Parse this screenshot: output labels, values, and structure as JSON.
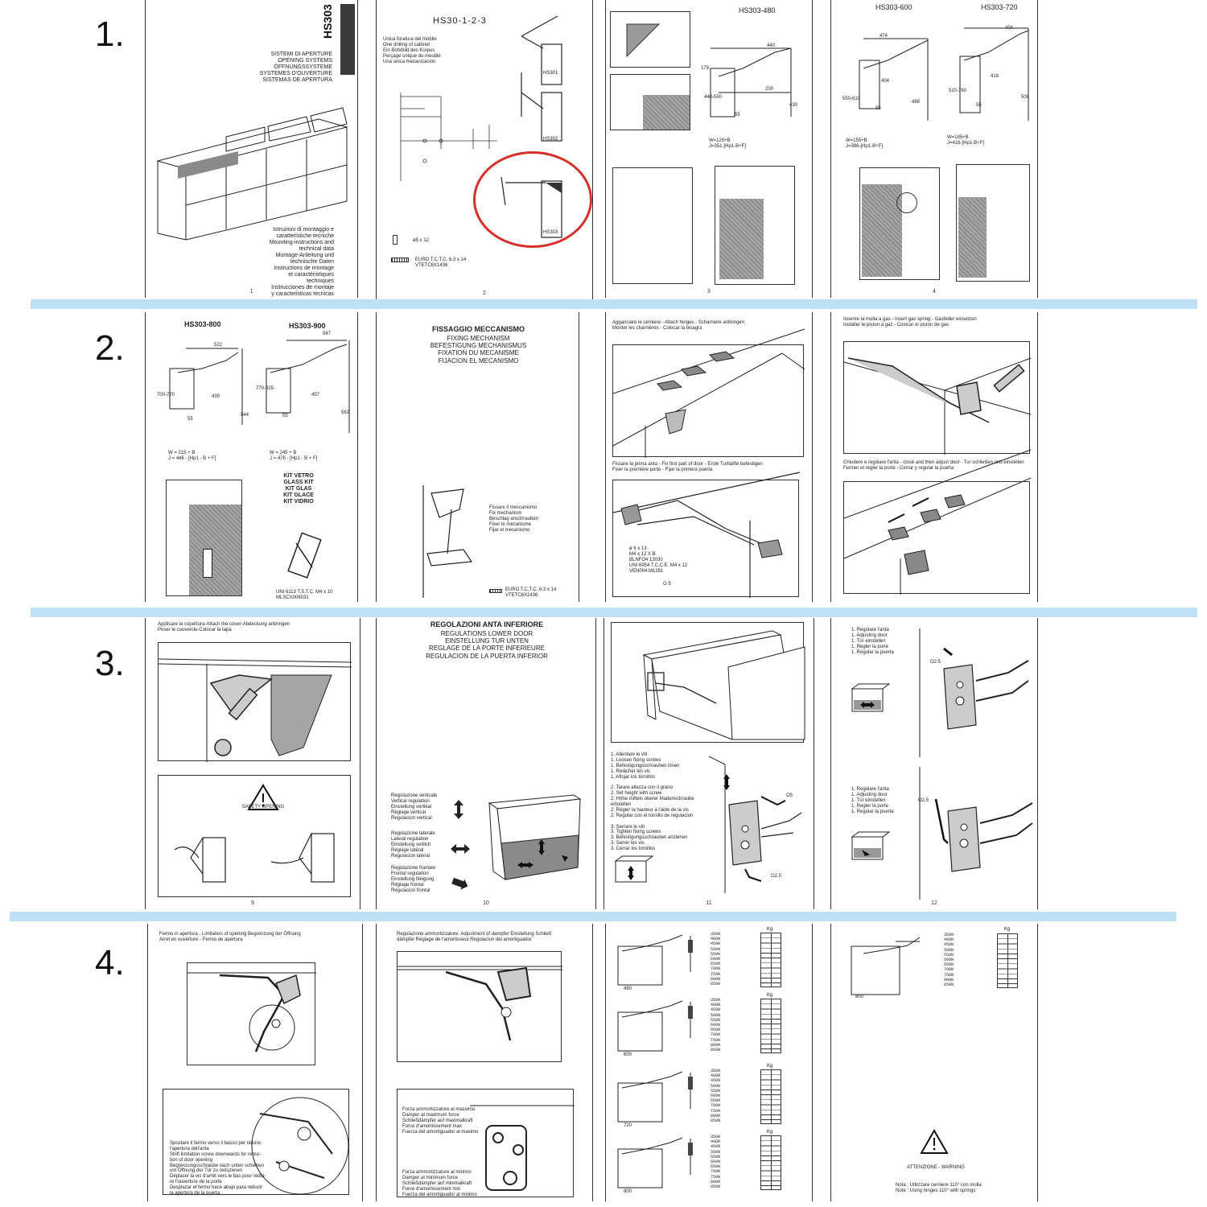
{
  "row_labels": [
    "1.",
    "2.",
    "3.",
    "4."
  ],
  "separator_color": "#bfe1f5",
  "accent_color": "#d7302b",
  "p1": {
    "code": "HS303",
    "systems": "SISTEMI DI APERTURE\nOPENING SYSTEMS\nÖFFNUNGSSYSTEME\nSYSTEMES D'OUVERTURE\nSISTEMAS DE APERTURA",
    "instructions": "Istruzioni di montaggio e\ncaratteristiche tecniche\nMounting-instructions and\ntechnical data\nMontage-Anleitung und\ntechnische Daten\nInstructions de montage\net caractéristiques\ntechniques\nInstrucciones de montaje\ny caracteristicas tecnicas",
    "num": "1"
  },
  "p2": {
    "title": "HS30-1-2-3",
    "drilling": "Unica foratura del mobile\nOne drilling of cabinet\nEin Bohrbild des Korpus\nPerçage unique du meuble\nUna unica mecanizacion",
    "models": [
      "HS301",
      "HS302",
      "HS303"
    ],
    "screw1": "ø5 x 12",
    "screw2": "EURO T.C.T.C. 6.3 x 14\nVTETC6X1436",
    "num": "2"
  },
  "p3": {
    "title": "HS303-480",
    "formula": "W=120+B\nJ=351-[Hp1-B+F]",
    "dims": [
      "440",
      "200",
      "55",
      "179",
      "430",
      "440-550"
    ],
    "num": "3"
  },
  "p4": {
    "title_a": "HS303-600",
    "title_b": "HS303-720",
    "formula_a": "W=155+B\nJ=386-[Hp1-B+F]",
    "formula_b": "W=185+B\nJ=416-[Hp1-B+F]",
    "dims_a": [
      "474",
      "404",
      "55",
      "550-610",
      "488"
    ],
    "dims_b": [
      "404",
      "418",
      "55",
      "510-760",
      "508"
    ],
    "num": "4"
  },
  "p5": {
    "title_a": "HS303-800",
    "title_b": "HS303-900",
    "formula_a": "W = 215 + B\nJ = 446 - [Hp1 - B + F]",
    "formula_b": "W = 245 + B\nJ = 476 - [Hp1 - B + F]",
    "dims_a": [
      "522",
      "439",
      "55",
      "544",
      "700-770"
    ],
    "dims_b": [
      "547",
      "457",
      "55",
      "562",
      "770-925"
    ],
    "kit": "KIT VETRO\nGLASS KIT\nKIT GLAS\nKIT GLACE\nKIT VIDRIO",
    "screw": "UNI 6113 T.S.T.C. M4 x 10\nMLSCX006031"
  },
  "p6": {
    "title": "FISSAGGIO MECCANISMO",
    "subtitles": "FIXING MECHANISM\nBEFESTIGUNG MECHANISMUS\nFIXATION DU MECANISME\nFIJACION EL MECANISMO",
    "fix": "Fissare il meccanismo\nFix mechanism\nBeschlag anschrauben\nFixer le mécanisme\nFijar el mecanismo",
    "screw": "EURO T.C.T.C. 6.3 x 14\nVTETC6X1436"
  },
  "p7": {
    "top": "Agganciare le cerniere - Attach hinges - Scharniere anbringen\nMonter les charnières - Colocar la bisagra",
    "mid": "Fissare la prima anta - Fix first part of door - Erste Turhälfte befestigen\nFixer la première porte - Fijar la primera puerta",
    "screws": "ø 6 x 13\nM4 x 12 X B\nBLNFO4 13030\nUNI 6954 T.C.C.E. M4 x 12\nVEN004 M1251",
    "wrench": "O 5"
  },
  "p8": {
    "top": "Inserire la molla a gas - Insert gas spring - Gasfeder einsetzen\nInstaller le piston a gaz - Colocar el piston de gas",
    "mid": "Chiudere e regolare l'anta - close and then adjust door - Tur schließen und einstellen\nFermer et régler la porte - Cerrar y regular la puerta"
  },
  "p9": {
    "top": "Applicare la copertura-Attach the cover-Abdeckung anbringen\nPoser le couvercle-Colocar la tapa",
    "safety": "SAFETY OPENING",
    "num": "9"
  },
  "p10": {
    "title": "REGOLAZIONI ANTA INFERIORE",
    "subtitles": "REGULATIONS LOWER DOOR\nEINSTELLUNG TUR UNTEN\nREGLAGE DE LA PORTE INFERIEURE\nREGULACION DE LA PUERTA INFERIOR",
    "vertical": "Regolazione verticale\nVertical regulation\nEinstellung vertikal\nRéglage vertical\nRegulacion vertical",
    "lateral": "Regolazione laterale\nLateral regulation\nEinstellung seitlich\nRéglage latéral\nRegulacion lateral",
    "frontal": "Regolazione frontale\nFrontal regulation\nEinstellung Neigung\nRéglage frontal\nRegulacion frontal",
    "num": "10"
  },
  "p11": {
    "steps": "1. Allentare le viti\n1. Loosen fixing screws\n1. Befestigungsschrauben lösen\n1. Relâcher les vis\n1. Aflojar los tornillos\n\n2. Tarare altezza con il grano\n2. Set height with screw\n2. Höhe mittels oberer Madenschraube einstellen\n2. Régler la hauteur à l'aide de la vis\n2. Regular con el tornillo de regulacion\n\n3. Serrare le viti\n3. Tighten fixing screws\n3. Befestigungsschrauben anziehen\n3. Serrer les vis\n3. Cerrar los tornillos",
    "wrench_a": "O5",
    "wrench_b": "O2.5",
    "num": "11"
  },
  "p12": {
    "steps": "1. Regolare l'anta\n1. Adjusting door\n1. Tür einstellen\n1. Regler la porte\n1. Regular la puerta",
    "wrench": "O2.5",
    "num": "12"
  },
  "p13": {
    "top": "Fermo in apertura - Limitation of opening Begrenzung der Öffnung\nArret en ouverture - Fermo de apertura",
    "shift": "Spostare il fermo verso il basso per ridurre\nl'apertura dell'anta\nShift limitation screw downwards for reduc-\ntion of door opening\nBegrenzungsschraube nach unten schieben\num Öffnung der Tür zu reduzieren\nDéplacer la vis d'arrêt vers le bas pour rédui-\nre l'ouverture de la porte\nDesplazar el fermo hace abajo para reducir\nla apertura de la puerta"
  },
  "p14": {
    "top": "Regolazione ammortizzatore. Adjustment of dampfer Einstellung Schließ\ndämpfer Réglage de l'amortisseur.Regulacion del amortiguador",
    "max": "Forza ammortizzatore al massimo\nDamper at maximum force\nSchließdämpfer auf maximalkraft\nForce d'amortissement max\nFuerza del amortiguador al maximo",
    "min": "Forza ammortizzatore al minimo\nDamper at minimum force\nSchließdämpfer auf minimalkraft\nForce d'amortissement min\nFuerza del amortiguador al minimo"
  },
  "p15": {
    "unit": "Kg",
    "forces": [
      "350N",
      "400N",
      "450N",
      "500N",
      "550N",
      "600N",
      "650N",
      "700N",
      "750N",
      "800N",
      "850N"
    ],
    "widths": [
      "480",
      "600",
      "720",
      "800"
    ]
  },
  "p16": {
    "unit": "Kg",
    "width": "800",
    "warning": "ATTENZIONE - WARNING",
    "note": "Nota : Utilizzare cerniere 110° con molla\nNote : Using hinges 110° with springs"
  }
}
